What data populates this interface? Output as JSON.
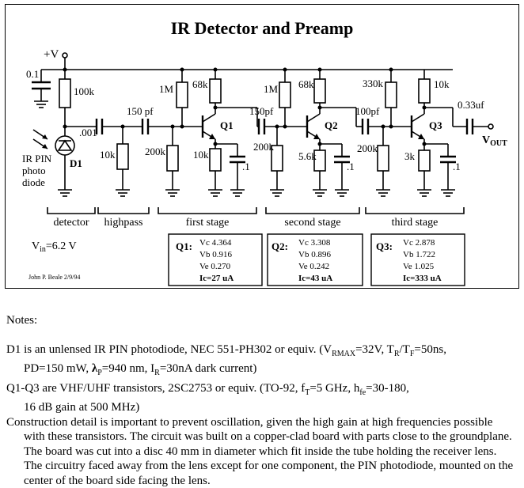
{
  "title": "IR Detector and Preamp",
  "labels": {
    "vplus": "+V",
    "c_bypass": "0.1",
    "r_load": "100k",
    "c1": ".001",
    "r_hp": "10k",
    "c2": "150 pf",
    "r1m_a": "1M",
    "r200_a": "200k",
    "r68_a": "68k",
    "q1": "Q1",
    "re_a": "10k",
    "ce_a": ".1",
    "c3": "150pf",
    "r1m_b": "1M",
    "r200_b": "200k",
    "r68_b": "68k",
    "q2": "Q2",
    "re_b": "5.6k",
    "ce_b": ".1",
    "c4": "100pf",
    "r330": "330k",
    "r200_c": "200k",
    "r10k_c": "10k",
    "q3": "Q3",
    "re_c": "3k",
    "ce_c": ".1",
    "c_out": "0.33uf",
    "vout_main": "V",
    "vout_sub": "OUT",
    "d1": "D1",
    "pin_line1": "IR PIN",
    "pin_line2": "photo",
    "pin_line3": "diode"
  },
  "stages": {
    "detector": "detector",
    "highpass": "highpass",
    "first": "first stage",
    "second": "second stage",
    "third": "third stage"
  },
  "vin": {
    "main": "V",
    "sub": "in",
    "value": "=6.2 V"
  },
  "author": "John P. Beale 2/9/94",
  "boxes": [
    {
      "name": "Q1:",
      "vc": "Vc 4.364",
      "vb": "Vb 0.916",
      "ve": "Ve 0.270",
      "ic": "Ic=27 uA"
    },
    {
      "name": "Q2:",
      "vc": "Vc 3.308",
      "vb": "Vb 0.896",
      "ve": "Ve 0.242",
      "ic": "Ic=43 uA"
    },
    {
      "name": "Q3:",
      "vc": "Vc 2.878",
      "vb": "Vb 1.722",
      "ve": "Ve 1.025",
      "ic": "Ic=333 uA"
    }
  ],
  "notes": {
    "heading": "Notes:",
    "d1_line1": "D1 is an unlensed IR PIN photodiode, NEC 551-PH302 or equiv. (V",
    "d1_vr_sub": "RMAX",
    "d1_line1b": "=32V, T",
    "d1_tr_sub": "R",
    "d1_line1c": "/T",
    "d1_tf_sub": "F",
    "d1_line1d": "=50ns,",
    "d1_line2a": "PD=150 mW, ",
    "d1_lambda": "λ",
    "d1_p_sub": "P",
    "d1_line2b": "=940 nm, I",
    "d1_ir_sub": "R",
    "d1_line2c": "=30nA dark current)",
    "q_line1a": "Q1-Q3 are VHF/UHF transistors, 2SC2753 or equiv. (TO-92, f",
    "q_ft_sub": "T",
    "q_line1b": "=5 GHz, h",
    "q_hfe_sub": "fe",
    "q_line1c": "=30-180,",
    "q_line2": "16 dB gain at 500 MHz)",
    "c_line1": "Construction detail is important to prevent oscillation, given the high gain at high frequencies possible",
    "c_line2": "with these transistors. The circuit was built on a copper-clad board with parts close to the groundplane.",
    "c_line3": "The board was cut into a disc 40 mm in diameter which fit inside the tube holding the receiver lens.",
    "c_line4": "The circuitry faced away from the lens except for one component, the PIN photodiode, mounted on the",
    "c_line5": "center of the board side facing the lens."
  }
}
